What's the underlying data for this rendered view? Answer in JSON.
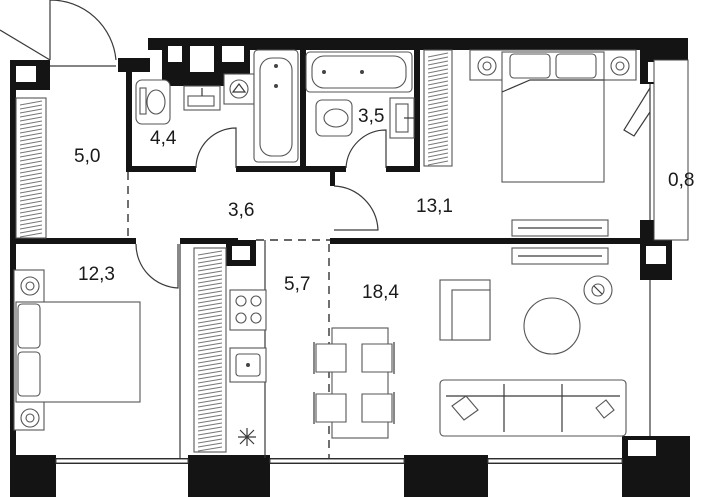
{
  "plan": {
    "rooms": [
      {
        "id": "loggia-left",
        "area": "5,0"
      },
      {
        "id": "wc",
        "area": "4,4"
      },
      {
        "id": "hallway",
        "area": "3,6"
      },
      {
        "id": "bathroom",
        "area": "3,5"
      },
      {
        "id": "bedroom-main",
        "area": "13,1"
      },
      {
        "id": "balcony",
        "area": "0,8"
      },
      {
        "id": "bedroom-small",
        "area": "12,3"
      },
      {
        "id": "kitchen",
        "area": "5,7"
      },
      {
        "id": "living",
        "area": "18,4"
      }
    ],
    "icons": [
      "toilet-icon",
      "sink-icon",
      "washing-machine-icon",
      "bathtub-icon",
      "bed-icon",
      "wardrobe-icon",
      "stove-icon",
      "kitchen-sink-icon",
      "fridge-icon",
      "armchair-icon",
      "round-table-icon",
      "dining-table-icon",
      "chair-icon",
      "sofa-icon",
      "pillow-icon",
      "floor-lamp-icon"
    ]
  }
}
